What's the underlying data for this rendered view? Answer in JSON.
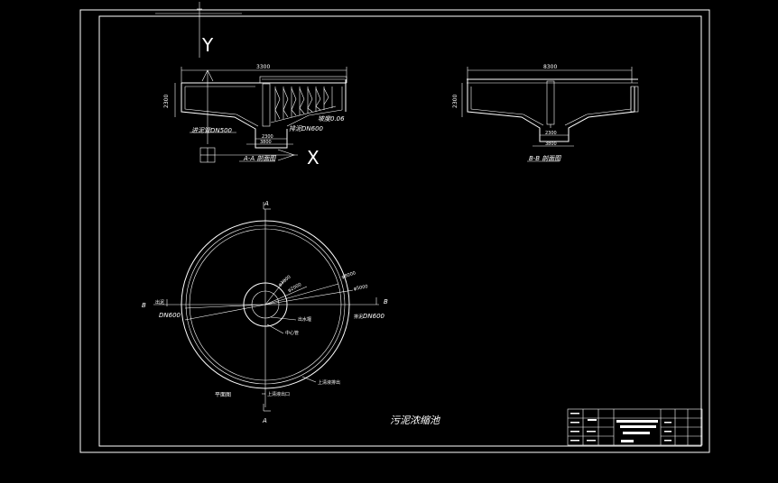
{
  "drawing": {
    "title": "污泥浓缩池",
    "colors": {
      "background": "#000000",
      "lines": "#ffffff"
    },
    "axes": {
      "y_label": "Y",
      "x_label": "X"
    },
    "section_aa": {
      "caption": "A-A 剖面图",
      "dim_top": "3300",
      "dim_height": "2300",
      "dim_bottom_1": "2300",
      "dim_bottom_2": "3800",
      "label_inlet": "进泥管DN500",
      "label_outlet": "排泥DN600",
      "label_slope": "坡度0.06"
    },
    "section_bb": {
      "caption": "B-B 剖面图",
      "dim_top": "8300",
      "dim_height": "2300",
      "dim_bottom_1": "2300",
      "dim_bottom_2": "3800"
    },
    "plan": {
      "caption": "平面图",
      "mark_a": "A",
      "mark_b": "B",
      "label_left_pipe": "DN600",
      "label_left_note": "出泥",
      "label_right_pipe": "DN600",
      "label_right_note": "排泥",
      "label_weir": "出水堰",
      "label_center": "中心管",
      "label_overflow": "上清液排出",
      "label_drain": "上清液出口",
      "label_r1": "φ8000",
      "label_r2": "φ3000",
      "label_r3": "φ2000",
      "label_r4": "φ5000"
    }
  }
}
